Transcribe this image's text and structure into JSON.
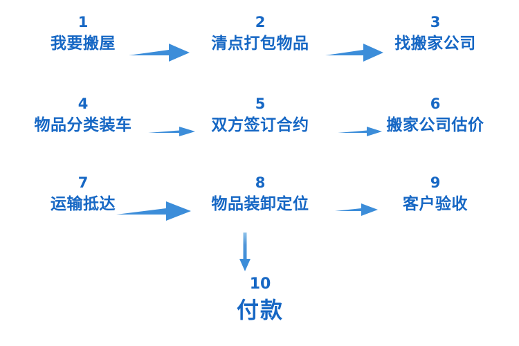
{
  "diagram": {
    "title": "",
    "colors": {
      "text_blue": "#1667c4",
      "arrow_blue": "#3c8dd9",
      "background": "#ffffff"
    },
    "steps": [
      {
        "number": "1",
        "label": "我要搬屋"
      },
      {
        "number": "2",
        "label": "清点打包物品"
      },
      {
        "number": "3",
        "label": "找搬家公司"
      },
      {
        "number": "4",
        "label": "物品分类装车"
      },
      {
        "number": "5",
        "label": "双方签订合约"
      },
      {
        "number": "6",
        "label": "搬家公司估价"
      },
      {
        "number": "7",
        "label": "运输抵达"
      },
      {
        "number": "8",
        "label": "物品装卸定位"
      },
      {
        "number": "9",
        "label": "客户验收"
      },
      {
        "number": "10",
        "label": "付款"
      }
    ],
    "connectors": [
      {
        "name": "arrow-step1-to-step2",
        "direction": "right"
      },
      {
        "name": "arrow-step2-to-step3",
        "direction": "right"
      },
      {
        "name": "arrow-step4-to-step5",
        "direction": "right"
      },
      {
        "name": "arrow-step5-to-step6",
        "direction": "right"
      },
      {
        "name": "arrow-step7-to-step8",
        "direction": "right"
      },
      {
        "name": "arrow-step8-to-step9",
        "direction": "right"
      },
      {
        "name": "arrow-step8-to-step10",
        "direction": "down"
      }
    ]
  }
}
